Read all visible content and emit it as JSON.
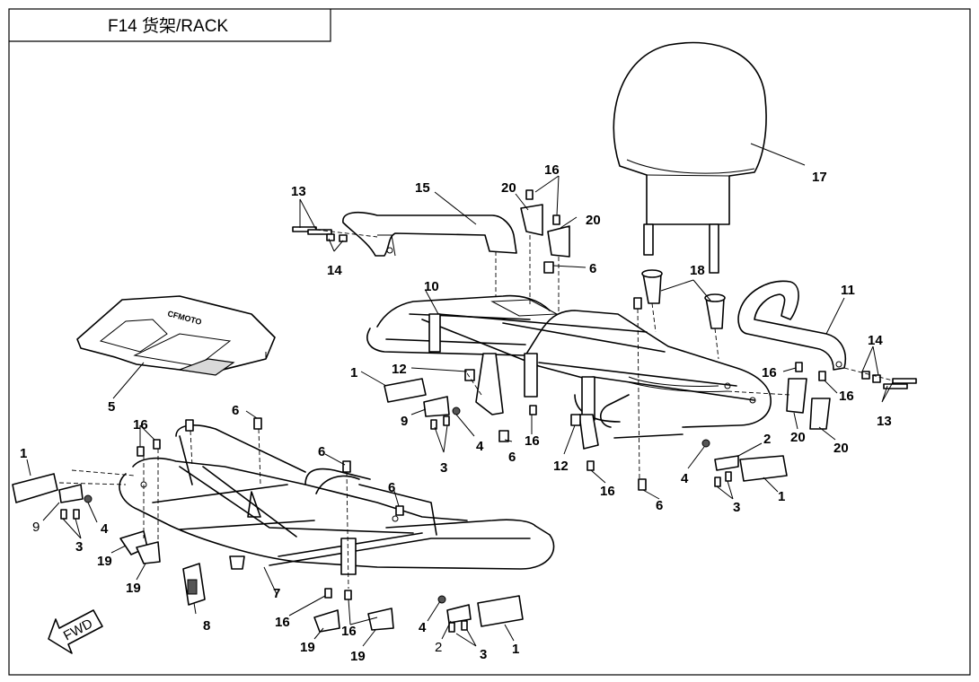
{
  "title": "F14  货架/RACK",
  "brand_text": "CFMOTO",
  "fwd_label": "FWD",
  "callouts": [
    {
      "id": "c1a",
      "label": "1"
    },
    {
      "id": "c1b",
      "label": "1"
    },
    {
      "id": "c1c",
      "label": "1"
    },
    {
      "id": "c1d",
      "label": "1"
    },
    {
      "id": "c2a",
      "label": "2"
    },
    {
      "id": "c2b",
      "label": "2"
    },
    {
      "id": "c3a",
      "label": "3"
    },
    {
      "id": "c3b",
      "label": "3"
    },
    {
      "id": "c3c",
      "label": "3"
    },
    {
      "id": "c3d",
      "label": "3"
    },
    {
      "id": "c4a",
      "label": "4"
    },
    {
      "id": "c4b",
      "label": "4"
    },
    {
      "id": "c4c",
      "label": "4"
    },
    {
      "id": "c4d",
      "label": "4"
    },
    {
      "id": "c5",
      "label": "5"
    },
    {
      "id": "c6a",
      "label": "6"
    },
    {
      "id": "c6b",
      "label": "6"
    },
    {
      "id": "c6c",
      "label": "6"
    },
    {
      "id": "c6d",
      "label": "6"
    },
    {
      "id": "c6e",
      "label": "6"
    },
    {
      "id": "c6f",
      "label": "6"
    },
    {
      "id": "c7",
      "label": "7"
    },
    {
      "id": "c8",
      "label": "8"
    },
    {
      "id": "c9a",
      "label": "9"
    },
    {
      "id": "c9b",
      "label": "9"
    },
    {
      "id": "c10",
      "label": "10"
    },
    {
      "id": "c11",
      "label": "11"
    },
    {
      "id": "c12a",
      "label": "12"
    },
    {
      "id": "c12b",
      "label": "12"
    },
    {
      "id": "c13a",
      "label": "13"
    },
    {
      "id": "c13b",
      "label": "13"
    },
    {
      "id": "c14a",
      "label": "14"
    },
    {
      "id": "c14b",
      "label": "14"
    },
    {
      "id": "c15",
      "label": "15"
    },
    {
      "id": "c16a",
      "label": "16"
    },
    {
      "id": "c16b",
      "label": "16"
    },
    {
      "id": "c16c",
      "label": "16"
    },
    {
      "id": "c16d",
      "label": "16"
    },
    {
      "id": "c16e",
      "label": "16"
    },
    {
      "id": "c16f",
      "label": "16"
    },
    {
      "id": "c16g",
      "label": "16"
    },
    {
      "id": "c16h",
      "label": "16"
    },
    {
      "id": "c17",
      "label": "17"
    },
    {
      "id": "c18",
      "label": "18"
    },
    {
      "id": "c19a",
      "label": "19"
    },
    {
      "id": "c19b",
      "label": "19"
    },
    {
      "id": "c19c",
      "label": "19"
    },
    {
      "id": "c19d",
      "label": "19"
    },
    {
      "id": "c20a",
      "label": "20"
    },
    {
      "id": "c20b",
      "label": "20"
    },
    {
      "id": "c20c",
      "label": "20"
    },
    {
      "id": "c20d",
      "label": "20"
    }
  ]
}
